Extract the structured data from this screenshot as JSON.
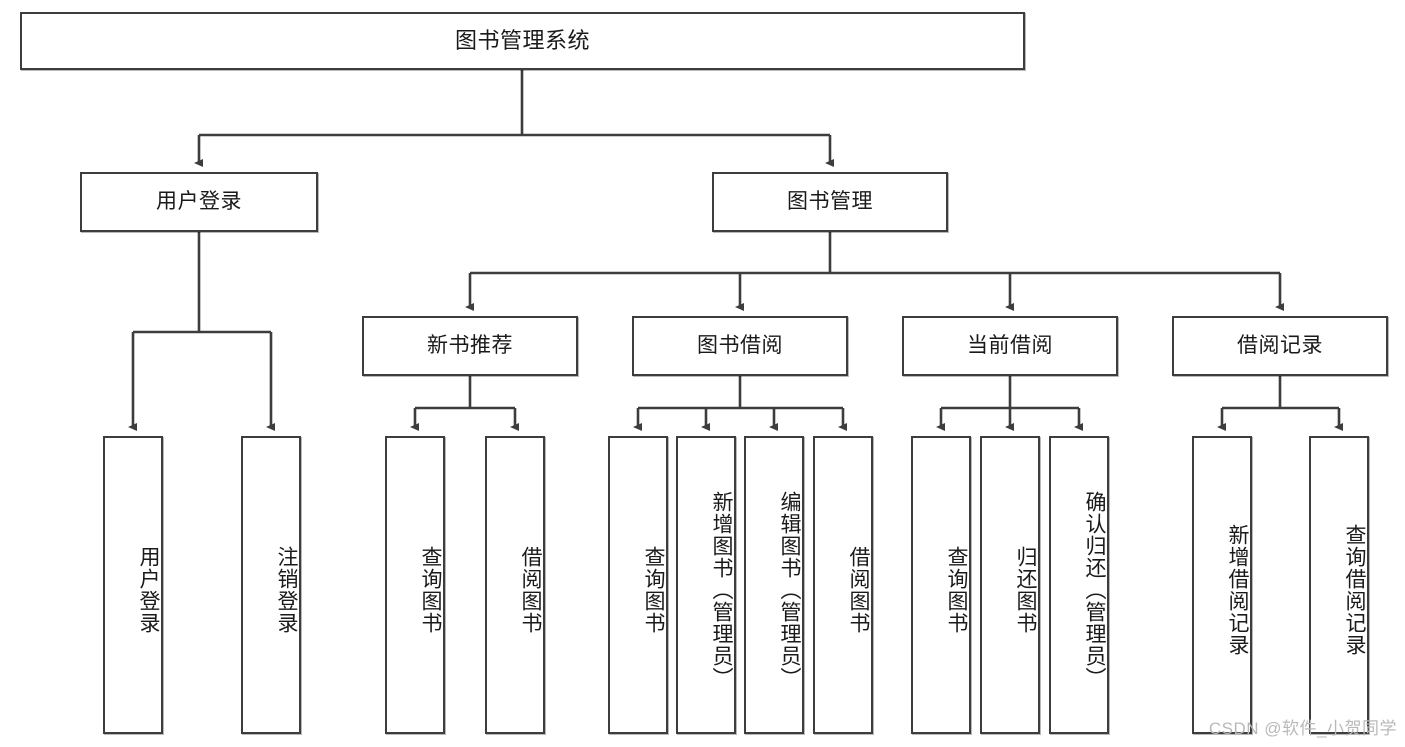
{
  "diagram": {
    "type": "tree-hierarchy",
    "title": "图书管理系统",
    "watermark": "CSDN @软件_小贺同学",
    "levels": {
      "root": {
        "label": "图书管理系统"
      },
      "level2": [
        {
          "label": "用户登录"
        },
        {
          "label": "图书管理"
        }
      ],
      "level3": [
        {
          "label": "新书推荐"
        },
        {
          "label": "图书借阅"
        },
        {
          "label": "当前借阅"
        },
        {
          "label": "借阅记录"
        }
      ],
      "leaves": {
        "user_login": [
          {
            "label": "用户登录"
          },
          {
            "label": "注销登录"
          }
        ],
        "new_book_recommend": [
          {
            "label": "查询图书"
          },
          {
            "label": "借阅图书"
          }
        ],
        "book_borrow": [
          {
            "label": "查询图书"
          },
          {
            "label": "新增图书（管理员）"
          },
          {
            "label": "编辑图书（管理员）"
          },
          {
            "label": "借阅图书"
          }
        ],
        "current_borrow": [
          {
            "label": "查询图书"
          },
          {
            "label": "归还图书"
          },
          {
            "label": "确认归还（管理员）"
          }
        ],
        "borrow_record": [
          {
            "label": "新增借阅记录"
          },
          {
            "label": "查询借阅记录"
          }
        ]
      }
    },
    "colors": {
      "box_border": "#3d3d3d",
      "box_fill": "#ffffff",
      "edge": "#3d3d3d",
      "text": "#1a1a1a",
      "watermark": "#b9b9b9",
      "background": "#ffffff"
    }
  }
}
